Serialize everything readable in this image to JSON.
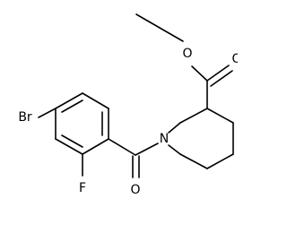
{
  "molecule": {
    "atom_labels": {
      "bromine": "Br",
      "fluorine": "F",
      "nitrogen": "N",
      "ester_oxygen": "O",
      "carbonyl_oxygen_ester": "O",
      "carbonyl_oxygen_amide": "O"
    },
    "colors": {
      "bond": "#000000",
      "text": "#000000",
      "background": "#ffffff"
    }
  }
}
